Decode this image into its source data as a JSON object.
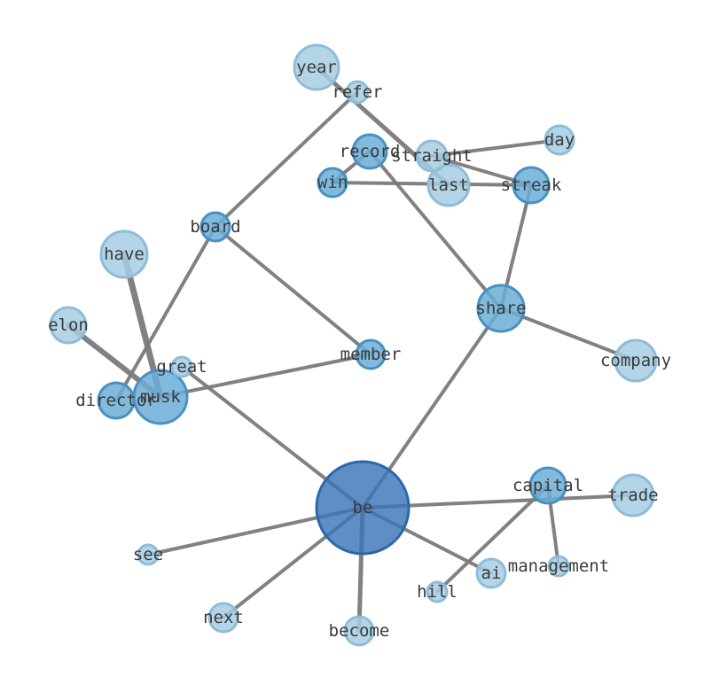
{
  "colors": {
    "light": "#a6cee3",
    "light_stroke": "#8fbcd7",
    "medium": "#6baed6",
    "medium_stroke": "#4a90c2",
    "dark": "#3a75b8",
    "dark_stroke": "#2c68a8",
    "edge": "#7a7a7a",
    "label": "#3a3a3a"
  },
  "nodes": [
    {
      "id": "be",
      "label": "be",
      "shade": "dark"
    },
    {
      "id": "musk",
      "label": "musk",
      "shade": "medium"
    },
    {
      "id": "share",
      "label": "share",
      "shade": "medium"
    },
    {
      "id": "year",
      "label": "year",
      "shade": "light"
    },
    {
      "id": "have",
      "label": "have",
      "shade": "light"
    },
    {
      "id": "last",
      "label": "last",
      "shade": "light"
    },
    {
      "id": "company",
      "label": "company",
      "shade": "light"
    },
    {
      "id": "trade",
      "label": "trade",
      "shade": "light"
    },
    {
      "id": "director",
      "label": "director",
      "shade": "medium"
    },
    {
      "id": "elon",
      "label": "elon",
      "shade": "light"
    },
    {
      "id": "streak",
      "label": "streak",
      "shade": "medium"
    },
    {
      "id": "capital",
      "label": "capital",
      "shade": "medium"
    },
    {
      "id": "record",
      "label": "record",
      "shade": "medium"
    },
    {
      "id": "straight",
      "label": "straight",
      "shade": "light"
    },
    {
      "id": "day",
      "label": "day",
      "shade": "light"
    },
    {
      "id": "win",
      "label": "win",
      "shade": "medium"
    },
    {
      "id": "board",
      "label": "board",
      "shade": "medium"
    },
    {
      "id": "member",
      "label": "member",
      "shade": "medium"
    },
    {
      "id": "ai",
      "label": "ai",
      "shade": "light"
    },
    {
      "id": "become",
      "label": "become",
      "shade": "light"
    },
    {
      "id": "next",
      "label": "next",
      "shade": "light"
    },
    {
      "id": "refer",
      "label": "refer",
      "shade": "light"
    },
    {
      "id": "great",
      "label": "great",
      "shade": "light"
    },
    {
      "id": "management",
      "label": "management",
      "shade": "light"
    },
    {
      "id": "hill",
      "label": "hill",
      "shade": "light"
    },
    {
      "id": "see",
      "label": "see",
      "shade": "light"
    }
  ],
  "edges": [
    {
      "source": "be",
      "target": "share"
    },
    {
      "source": "be",
      "target": "great"
    },
    {
      "source": "be",
      "target": "see"
    },
    {
      "source": "be",
      "target": "next"
    },
    {
      "source": "be",
      "target": "become"
    },
    {
      "source": "be",
      "target": "ai"
    },
    {
      "source": "be",
      "target": "trade"
    },
    {
      "source": "have",
      "target": "musk"
    },
    {
      "source": "elon",
      "target": "musk"
    },
    {
      "source": "musk",
      "target": "member"
    },
    {
      "source": "director",
      "target": "board"
    },
    {
      "source": "board",
      "target": "refer"
    },
    {
      "source": "board",
      "target": "member"
    },
    {
      "source": "share",
      "target": "company"
    },
    {
      "source": "share",
      "target": "streak"
    },
    {
      "source": "share",
      "target": "record"
    },
    {
      "source": "year",
      "target": "last"
    },
    {
      "source": "straight",
      "target": "day"
    },
    {
      "source": "straight",
      "target": "streak"
    },
    {
      "source": "win",
      "target": "streak"
    },
    {
      "source": "win",
      "target": "record"
    },
    {
      "source": "capital",
      "target": "hill"
    },
    {
      "source": "capital",
      "target": "management"
    }
  ]
}
